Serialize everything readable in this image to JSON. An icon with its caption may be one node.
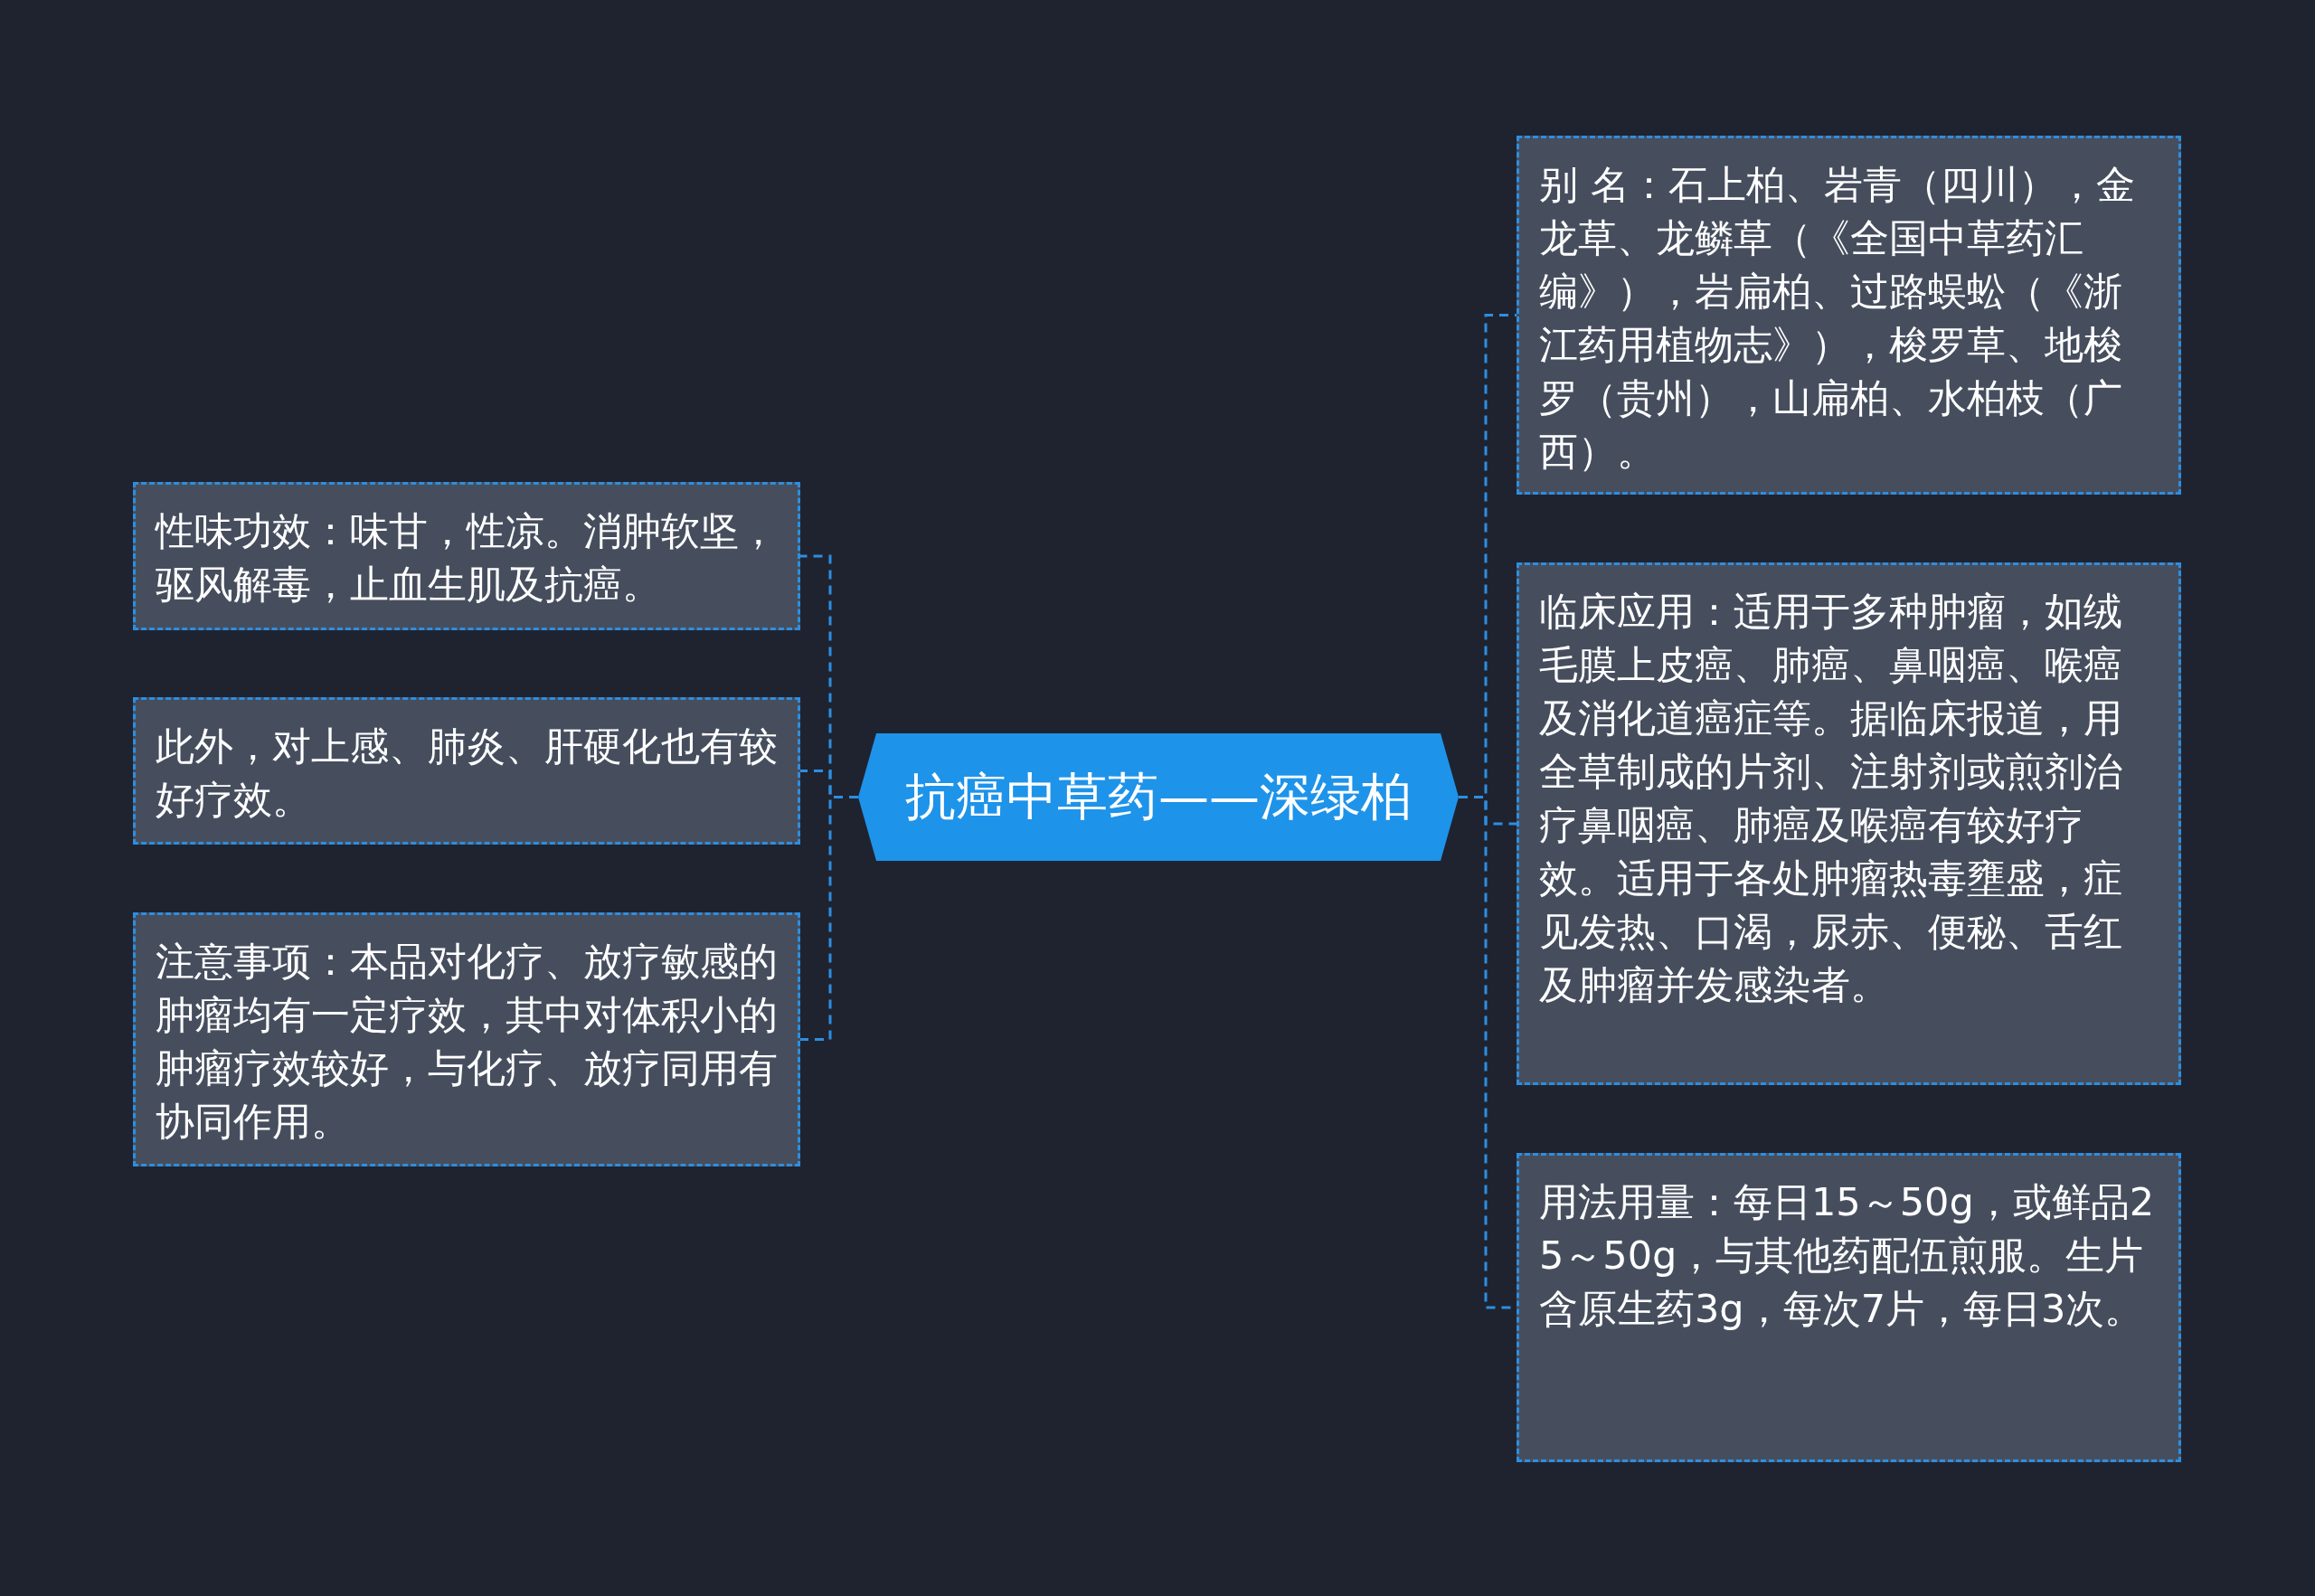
{
  "diagram": {
    "nodes": [
      {
        "text": [
          "抗癌中草药——深绿柏"
        ]
      },
      {
        "text": [
          "别 名：石上柏、岩青（四川），金龙草、龙鳞草（《全国中草药汇编》），岩扁柏、过路蜈蚣（《浙江药用植物志》），梭罗草、地梭罗（贵州），山扁柏、水柏枝（广西）。"
        ]
      },
      {
        "text": [
          "临床应用：适用于多种肿瘤，如绒毛膜上皮癌、肺癌、鼻咽癌、喉癌及消化道癌症等。据临床报道，用全草制成的片剂、注射剂或煎剂治疗鼻咽癌、肺癌及喉癌有较好疗效。适用于各处肿瘤热毒壅盛，症见发热、口渴，尿赤、便秘、舌红及肿瘤并发感染者。"
        ]
      },
      {
        "text": [
          "用法用量：每日15～50g，或鲜品25～50g，与其他药配伍煎服。生片含原生药3g，每次7片，每日3次。"
        ]
      },
      {
        "text": [
          "性味功效：味甘，性凉。消肿软坚，驱风解毒，止血生肌及抗癌。"
        ]
      },
      {
        "text": [
          "此外，对上感、肺炎、肝硬化也有较好疗效。"
        ]
      },
      {
        "text": [
          "注意事项：本品对化疗、放疗敏感的肿瘤均有一定疗效，其中对体积小的肿瘤疗效较好，与化疗、放疗同用有协同作用。"
        ]
      }
    ],
    "edges": [
      {
        "from": 0,
        "to": 1,
        "arrow": "none",
        "style": "dashed"
      },
      {
        "from": 0,
        "to": 2,
        "arrow": "none",
        "style": "dashed"
      },
      {
        "from": 0,
        "to": 3,
        "arrow": "none",
        "style": "dashed"
      },
      {
        "from": 0,
        "to": 4,
        "arrow": "none",
        "style": "dashed"
      },
      {
        "from": 0,
        "to": 5,
        "arrow": "none",
        "style": "dashed"
      },
      {
        "from": 0,
        "to": 6,
        "arrow": "none",
        "style": "dashed"
      }
    ]
  }
}
